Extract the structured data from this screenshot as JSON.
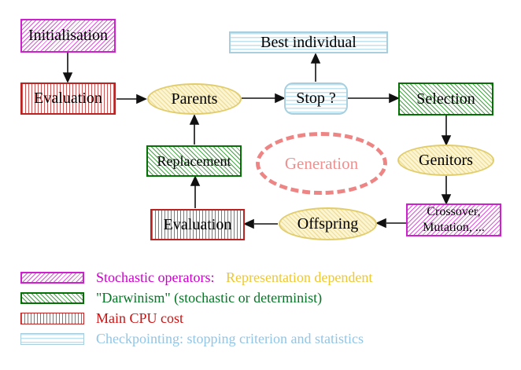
{
  "nodes": {
    "initialisation": "Initialisation",
    "evaluation_top": "Evaluation",
    "parents": "Parents",
    "best_individual": "Best individual",
    "stop": "Stop ?",
    "selection": "Selection",
    "replacement": "Replacement",
    "generation": "Generation",
    "genitors": "Genitors",
    "evaluation_bottom": "Evaluation",
    "offspring": "Offspring",
    "crossover_line1": "Crossover,",
    "crossover_line2": "Mutation, ..."
  },
  "legend": {
    "stochastic_label": "Stochastic operators:",
    "stochastic_note": "Representation dependent",
    "darwinism_label": "\"Darwinism\" (stochastic or determinist)",
    "cpu_label": "Main CPU cost",
    "checkpoint_label": "Checkpointing: stopping criterion and statistics"
  },
  "colors": {
    "magenta": "#cc22cc",
    "gold_text": "#eec832",
    "green": "#067006",
    "red": "#bb2222",
    "cyan": "#a9cfdf",
    "salmon_dashed": "#ee8585",
    "ellipse_fill": "#fbf5d2"
  }
}
